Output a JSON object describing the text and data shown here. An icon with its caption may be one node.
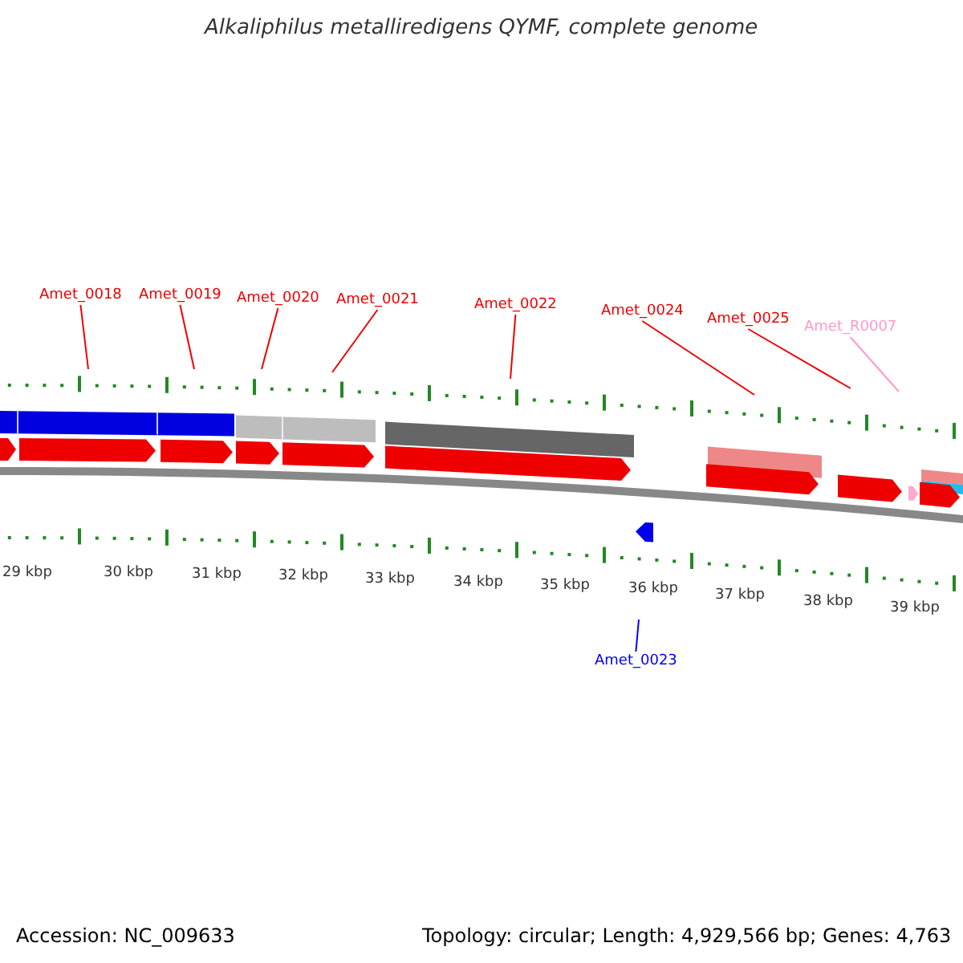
{
  "diagram": {
    "title": "Alkaliphilus metalliredigens QYMF, complete genome",
    "nodes": [
      {
        "text": [
          "Amet_0018"
        ]
      },
      {
        "text": [
          "Amet_0019"
        ]
      },
      {
        "text": [
          "Amet_0020"
        ]
      },
      {
        "text": [
          "Amet_0021"
        ]
      },
      {
        "text": [
          "Amet_0022"
        ]
      },
      {
        "text": [
          "Amet_0024"
        ]
      },
      {
        "text": [
          "Amet_0025"
        ]
      },
      {
        "text": [
          "Amet_R0007"
        ]
      },
      {
        "text": [
          "Amet_0023"
        ]
      }
    ],
    "edges": [
      {
        "from": 0,
        "to": null,
        "arrow": "none"
      },
      {
        "from": 1,
        "to": null,
        "arrow": "none"
      },
      {
        "from": 2,
        "to": null,
        "arrow": "none"
      },
      {
        "from": 3,
        "to": null,
        "arrow": "none"
      },
      {
        "from": 4,
        "to": null,
        "arrow": "none"
      },
      {
        "from": 5,
        "to": null,
        "arrow": "none"
      },
      {
        "from": 6,
        "to": null,
        "arrow": "none"
      },
      {
        "from": 7,
        "to": null,
        "arrow": "none",
        "color": "#ff99cc"
      },
      {
        "from": 8,
        "to": null,
        "arrow": "none",
        "color": "#0000ff"
      }
    ],
    "labels": [
      "29 kbp",
      "30 kbp",
      "31 kbp",
      "32 kbp",
      "33 kbp",
      "34 kbp",
      "35 kbp",
      "36 kbp",
      "37 kbp",
      "38 kbp",
      "39 kbp",
      "Accession: NC_009633",
      "Topology: circular; Length: 4,929,566 bp; Genes: 4,763"
    ]
  }
}
